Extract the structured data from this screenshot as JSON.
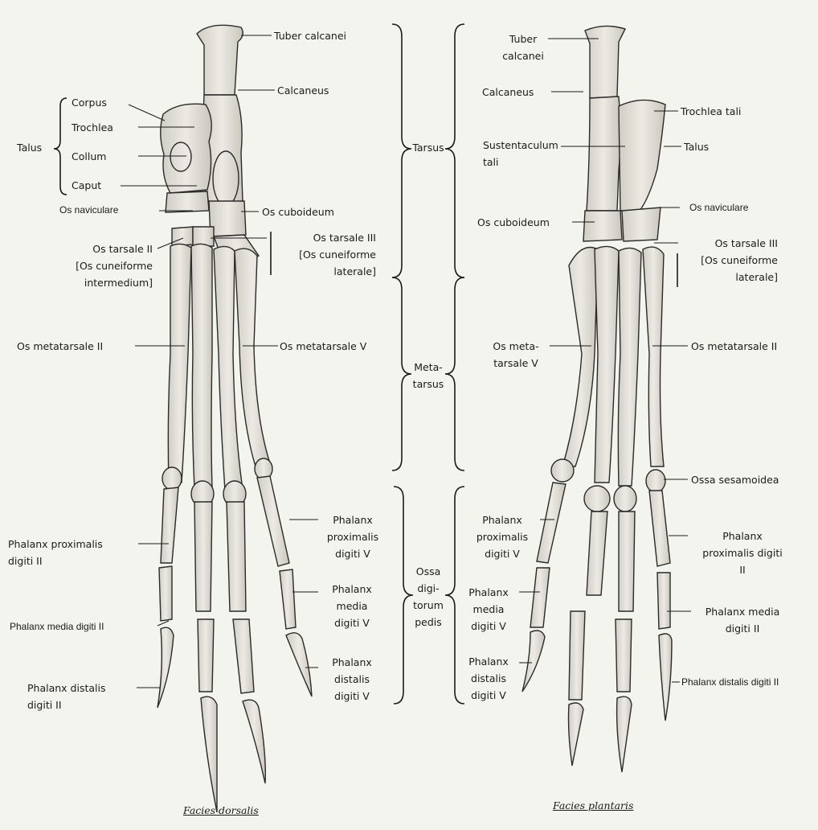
{
  "dorsal": {
    "caption": "Facies dorsalis",
    "tuber_calcanei": "Tuber calcanei",
    "calcaneus": "Calcaneus",
    "talus": "Talus",
    "corpus": "Corpus",
    "trochlea": "Trochlea",
    "collum": "Collum",
    "caput": "Caput",
    "os_naviculare": "Os naviculare",
    "os_cuboideum": "Os cuboideum",
    "os_tarsale_ii": "Os tarsale II\n[Os cuneiforme\nintermedium]",
    "os_tarsale_iii": "Os tarsale III\n[Os cuneiforme\nlaterale]",
    "os_metatarsale_ii": "Os metatarsale II",
    "os_metatarsale_v": "Os metatarsale V",
    "phalanx_proximalis_v": "Phalanx\nproximalis\ndigiti V",
    "phalanx_proximalis_ii": "Phalanx proximalis\ndigiti II",
    "phalanx_media_v": "Phalanx\nmedia\ndigiti V",
    "phalanx_media_ii": "Phalanx media digiti II",
    "phalanx_distalis_v": "Phalanx\ndistalis\ndigiti V",
    "phalanx_distalis_ii": "Phalanx distalis\ndigiti II"
  },
  "regions": {
    "tarsus": "Tarsus",
    "metatarsus": "Meta-\ntarsus",
    "ossa_digitorum": "Ossa\ndigi-\ntorum\npedis"
  },
  "plantar": {
    "caption": "Facies plantaris",
    "tuber_calcanei": "Tuber\ncalcanei",
    "calcaneus": "Calcaneus",
    "trochlea_tali": "Trochlea tali",
    "talus": "Talus",
    "sustentaculum_tali": "Sustentaculum\ntali",
    "os_naviculare": "Os naviculare",
    "os_cuboideum": "Os cuboideum",
    "os_tarsale_iii": "Os tarsale III\n[Os cuneiforme\nlaterale]",
    "os_metatarsale_v": "Os meta-\ntarsale V",
    "os_metatarsale_ii": "Os metatarsale II",
    "ossa_sesamoidea": "Ossa sesamoidea",
    "phalanx_proximalis_v": "Phalanx\nproximalis\ndigiti V",
    "phalanx_proximalis_ii": "Phalanx\nproximalis digiti\nII",
    "phalanx_media_v": "Phalanx\nmedia\ndigiti V",
    "phalanx_media_ii": "Phalanx media\ndigiti II",
    "phalanx_distalis_v": "Phalanx\ndistalis\ndigiti V",
    "phalanx_distalis_ii": "Phalanx distalis digiti II"
  },
  "colors": {
    "background": "#f4f4ee",
    "bone_fill": "#e2e1d9",
    "ink": "#1a1a1a"
  }
}
